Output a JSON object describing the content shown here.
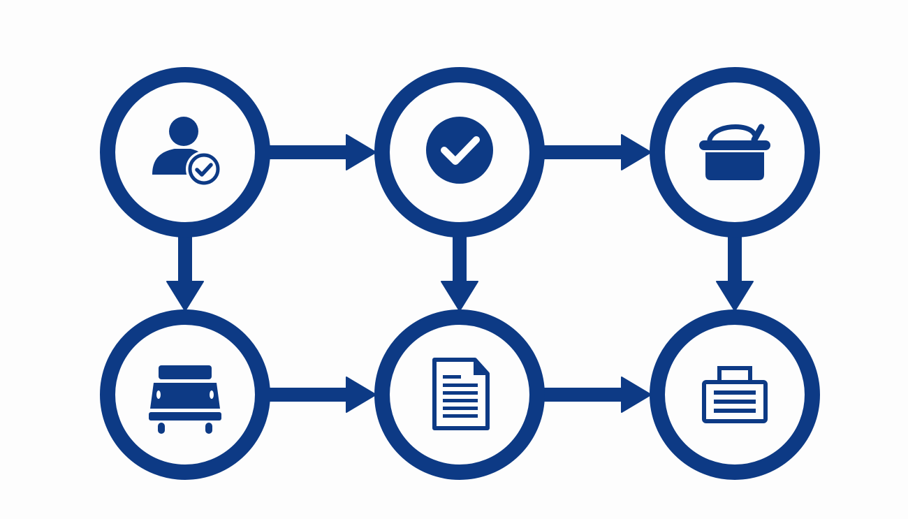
{
  "colors": {
    "primary": "#0d3a85",
    "background": "#fdfdfd"
  },
  "nodes": [
    {
      "icon": "user-check-icon"
    },
    {
      "icon": "check-circle-icon"
    },
    {
      "icon": "basket-icon"
    },
    {
      "icon": "vehicle-icon"
    },
    {
      "icon": "document-icon"
    },
    {
      "icon": "printer-icon"
    }
  ],
  "edges": [
    {
      "from": 0,
      "to": 1
    },
    {
      "from": 1,
      "to": 2
    },
    {
      "from": 0,
      "to": 3
    },
    {
      "from": 1,
      "to": 4
    },
    {
      "from": 2,
      "to": 5
    },
    {
      "from": 3,
      "to": 4
    },
    {
      "from": 4,
      "to": 5
    }
  ]
}
